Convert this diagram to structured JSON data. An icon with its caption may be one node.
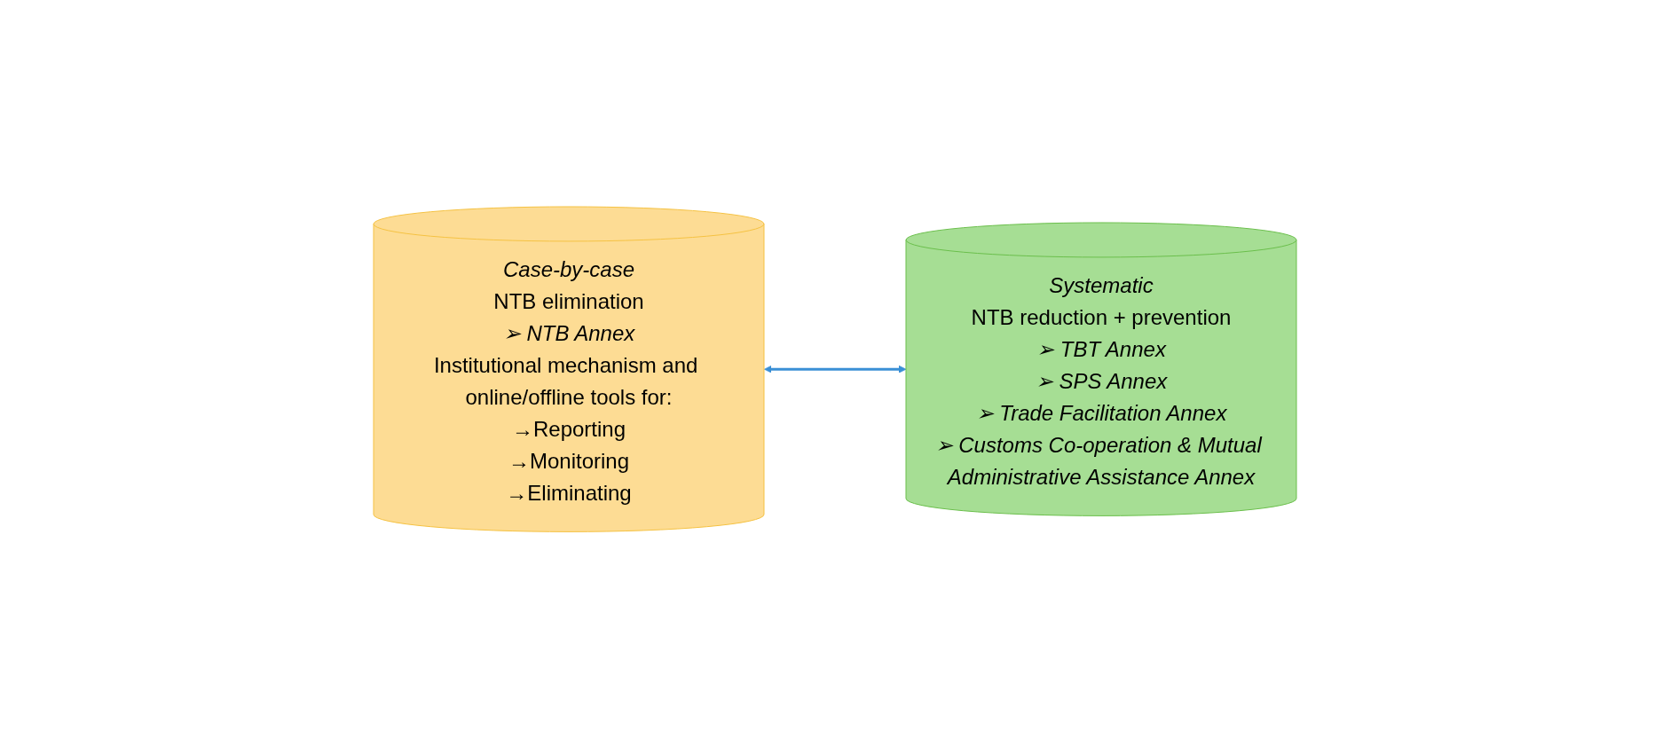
{
  "diagram": {
    "nodes": [
      {
        "text": [
          "Case-by-case",
          "NTB elimination",
          "➢ NTB Annex",
          "Institutional mechanism and online/offline tools for:",
          "→Reporting",
          "→Monitoring",
          "→Eliminating"
        ]
      },
      {
        "text": [
          "Systematic",
          "NTB reduction + prevention",
          "➢ TBT Annex",
          "➢ SPS Annex",
          "➢ Trade Facilitation Annex",
          "➢ Customs Co-operation & Mutual Administrative Assistance Annex"
        ]
      }
    ],
    "edges": [
      {
        "from": 0,
        "to": 1,
        "arrow": "both"
      }
    ]
  }
}
